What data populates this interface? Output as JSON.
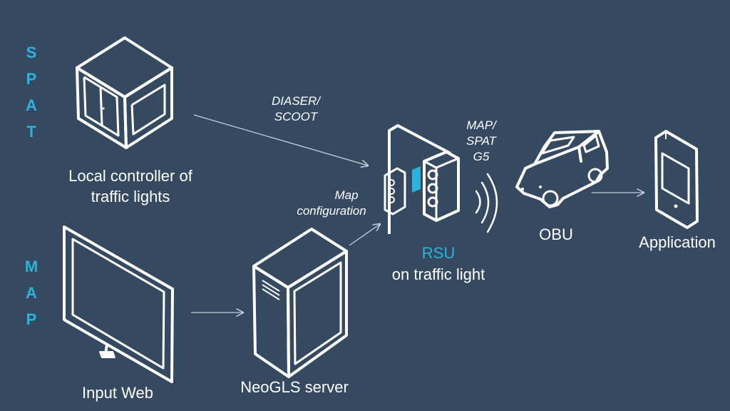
{
  "colors": {
    "background": "#354a60",
    "line": "#ffffff",
    "accent": "#2bb3de",
    "arrow": "#c8d0d8"
  },
  "side_labels": {
    "spat": [
      "S",
      "P",
      "A",
      "T"
    ],
    "map": [
      "M",
      "A",
      "P"
    ]
  },
  "nodes": {
    "controller": {
      "label_line1": "Local controller of",
      "label_line2": "traffic lights",
      "icon": "controller-cabinet-icon"
    },
    "input_web": {
      "label": "Input Web",
      "icon": "monitor-icon"
    },
    "server": {
      "label": "NeoGLS server",
      "icon": "server-tower-icon"
    },
    "rsu": {
      "label_accent": "RSU",
      "label_sub": "on traffic light",
      "icon": "traffic-light-rsu-icon"
    },
    "obu": {
      "label": "OBU",
      "icon": "car-icon"
    },
    "application": {
      "label": "Application",
      "icon": "smartphone-icon"
    }
  },
  "edges": {
    "diaser": {
      "line1": "DIASER/",
      "line2": "SCOOT"
    },
    "mapconf": {
      "line1": "Map",
      "line2": "configuration"
    },
    "g5": {
      "line1": "MAP/",
      "line2": "SPAT",
      "line3": "G5"
    }
  }
}
